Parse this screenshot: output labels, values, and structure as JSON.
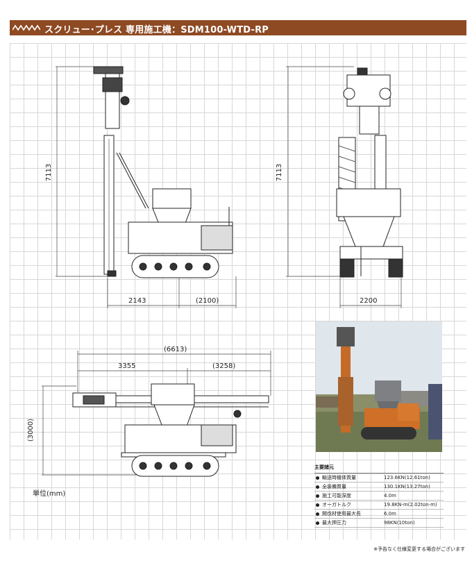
{
  "header": {
    "title": "スクリュー･プレス 専用施工機：SDM100-WTD-RP"
  },
  "dimensions": {
    "side_height": "7113",
    "side_front": "2143",
    "side_rear": "(2100)",
    "front_height": "7113",
    "front_width": "2200",
    "trans_total": "(6613)",
    "trans_front": "3355",
    "trans_rear": "(3258)",
    "trans_height": "(3000)"
  },
  "unit_label": "単位(mm)",
  "specs": {
    "heading": "主要諸元",
    "rows": [
      {
        "label": "輸送時機体質量",
        "value": "123.6KN(12.61ton)"
      },
      {
        "label": "全装備質量",
        "value": "130.1KN(13.27ton)"
      },
      {
        "label": "施工可能深度",
        "value": "4.0m"
      },
      {
        "label": "オーガトルク",
        "value": "19.8KN-m(2.02ton-m)"
      },
      {
        "label": "開伐材使用最大長",
        "value": "6.0m"
      },
      {
        "label": "最大押圧力",
        "value": "98KN(10ton)"
      }
    ]
  },
  "footnote": "※予告なく仕様変更する場合がございます",
  "colors": {
    "header": "#8e4a23",
    "machine_orange": "#d9732b",
    "grid": "#d7d7d7"
  }
}
